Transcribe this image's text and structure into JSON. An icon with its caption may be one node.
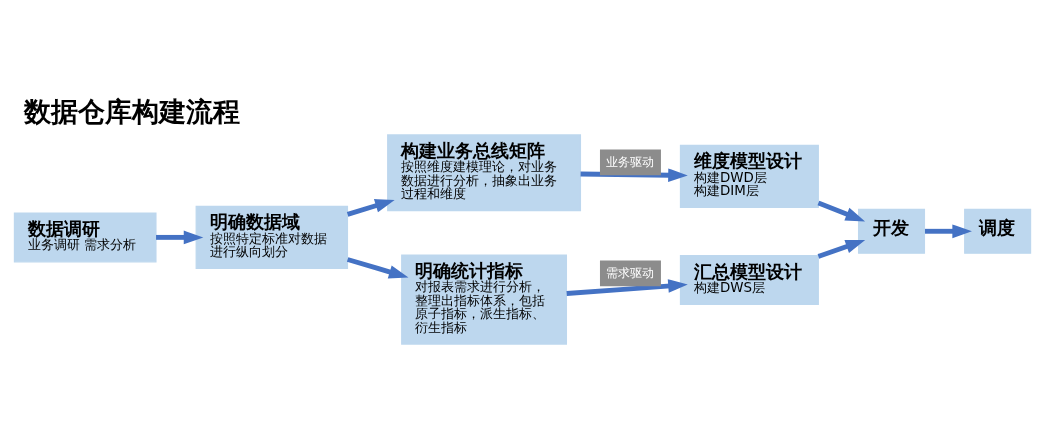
{
  "diagram": {
    "title": "数据仓库构建流程",
    "nodes": [
      {
        "text": [
          "数据调研",
          "业务调研 需求分析"
        ]
      },
      {
        "text": [
          "明确数据域",
          "按照特定标准对数据进行纵向划分"
        ]
      },
      {
        "text": [
          "构建业务总线矩阵",
          "按照维度建模理论，对业务数据进行分析，抽象出业务过程和维度"
        ]
      },
      {
        "text": [
          "明确统计指标",
          "对报表需求进行分析，整理出指标体系，包括原子指标，派生指标、衍生指标"
        ]
      },
      {
        "text": [
          "维度模型设计",
          "构建DWD层",
          "构建DIM层"
        ]
      },
      {
        "text": [
          "汇总模型设计",
          "构建DWS层"
        ]
      },
      {
        "text": [
          "开发"
        ]
      },
      {
        "text": [
          "调度"
        ]
      }
    ],
    "edges": [
      {
        "from": 0,
        "to": 1,
        "arrow": "to"
      },
      {
        "from": 1,
        "to": 2,
        "arrow": "to"
      },
      {
        "from": 1,
        "to": 3,
        "arrow": "to"
      },
      {
        "from": 2,
        "to": 4,
        "arrow": "to",
        "label": "业务驱动"
      },
      {
        "from": 3,
        "to": 5,
        "arrow": "to",
        "label": "需求驱动"
      },
      {
        "from": 4,
        "to": 6,
        "arrow": "to"
      },
      {
        "from": 5,
        "to": 6,
        "arrow": "to"
      },
      {
        "from": 6,
        "to": 7,
        "arrow": "to"
      }
    ]
  }
}
